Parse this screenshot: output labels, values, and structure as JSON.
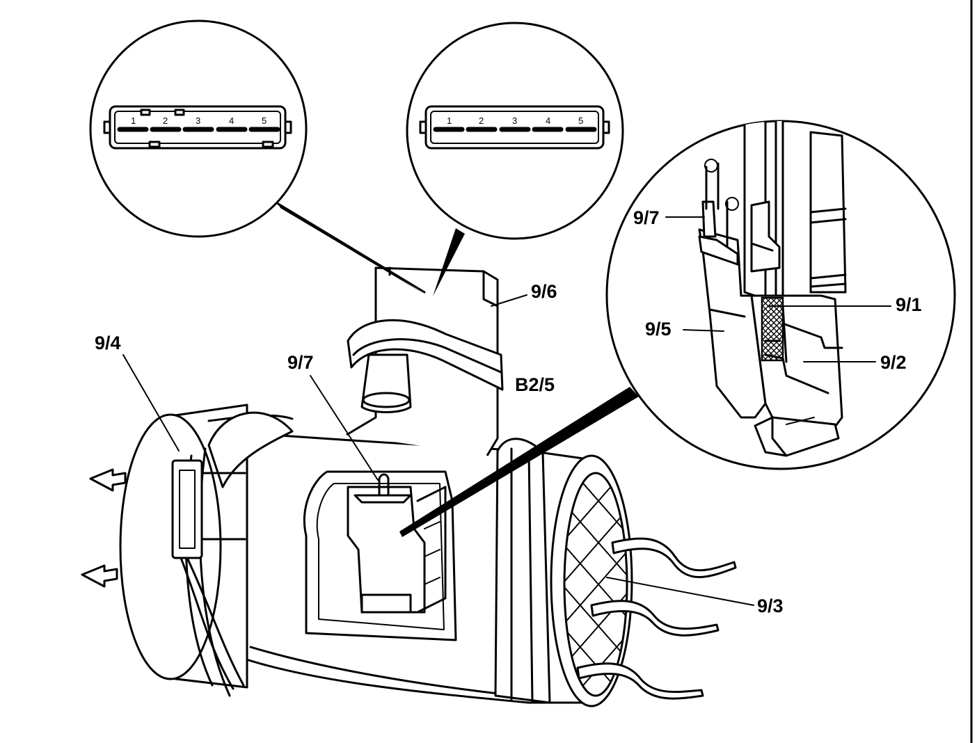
{
  "labels": {
    "part_9_1": "9/1",
    "part_9_2": "9/2",
    "part_9_3": "9/3",
    "part_9_4": "9/4",
    "part_9_5": "9/5",
    "part_9_6": "9/6",
    "part_9_7_detail": "9/7",
    "part_9_7_main": "9/7",
    "component": "B2/5"
  },
  "connector_left": {
    "pins": [
      "1",
      "2",
      "3",
      "4",
      "5"
    ]
  },
  "connector_right": {
    "pins": [
      "1",
      "2",
      "3",
      "4",
      "5"
    ]
  },
  "colors": {
    "ink": "#000000",
    "paper": "#ffffff",
    "mesh": "#777777"
  }
}
